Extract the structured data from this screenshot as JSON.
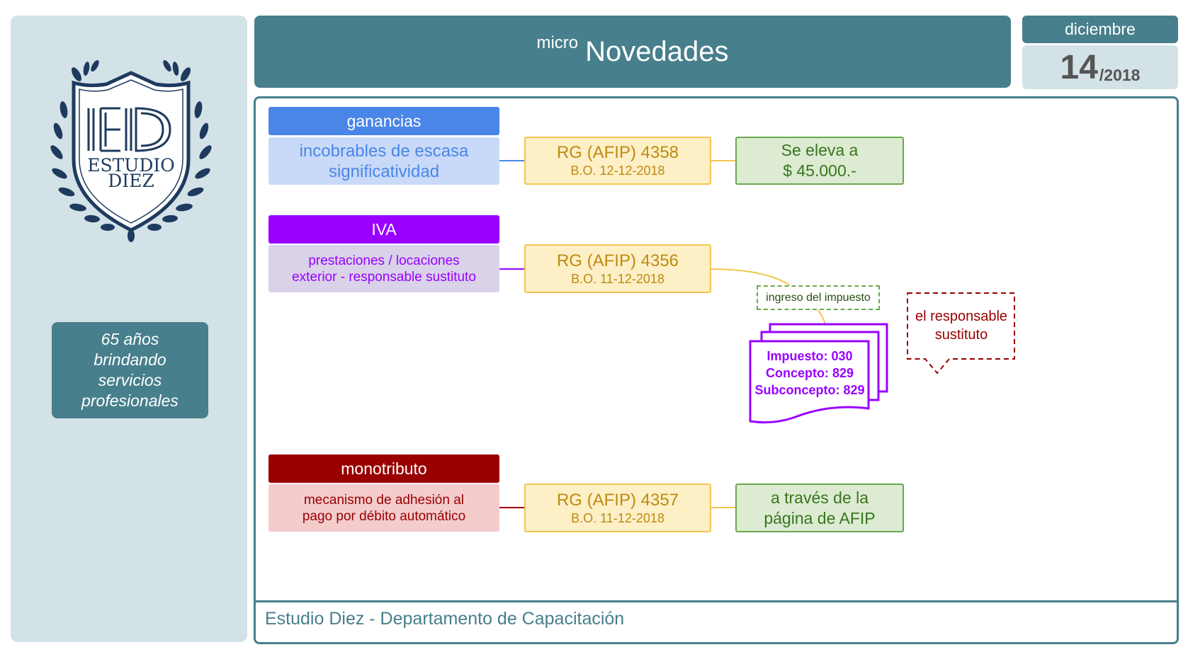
{
  "header": {
    "prefix": "micro",
    "title": "Novedades"
  },
  "date": {
    "month": "diciembre",
    "day": "14",
    "year": "/2018"
  },
  "logo": {
    "text_line1": "ESTUDIO",
    "text_line2": "DIEZ",
    "monogram": "IED"
  },
  "tagline": [
    "65 años",
    "brindando",
    "servicios",
    "profesionales"
  ],
  "footer": "Estudio Diez - Departamento de Capacitación",
  "sections": [
    {
      "category": "ganancias",
      "description": [
        "incobrables de escasa",
        "significatividad"
      ],
      "rg_title": "RG (AFIP) 4358",
      "rg_bo": "B.O. 12-12-2018",
      "result": [
        "Se eleva a",
        "$ 45.000.-"
      ],
      "colors": {
        "header": "#4a86e8",
        "desc_bg": "#c9daf8",
        "desc_text": "#4a86e8",
        "line": "#4a86e8"
      }
    },
    {
      "category": "IVA",
      "description": [
        "prestaciones / locaciones",
        "exterior - responsable sustituto"
      ],
      "rg_title": "RG (AFIP) 4356",
      "rg_bo": "B.O. 11-12-2018",
      "branch_label": "ingreso del impuesto",
      "doc_lines": [
        "Impuesto: 030",
        "Concepto: 829",
        "Subconcepto: 829"
      ],
      "callout": [
        "el responsable",
        "sustituto"
      ],
      "colors": {
        "header": "#9900ff",
        "desc_bg": "#d9d2e9",
        "desc_text": "#9900ff",
        "line": "#9900ff"
      }
    },
    {
      "category": "monotributo",
      "description": [
        "mecanismo de adhesión al",
        "pago por débito automático"
      ],
      "rg_title": "RG (AFIP) 4357",
      "rg_bo": "B.O. 11-12-2018",
      "result": [
        "a través de la",
        "página de AFIP"
      ],
      "colors": {
        "header": "#990000",
        "desc_bg": "#f4cccc",
        "desc_text": "#990000",
        "line": "#990000"
      }
    }
  ],
  "colors": {
    "brand": "#477f8c",
    "sidebar_bg": "#d3e2e7",
    "rg_border": "#f2c54e",
    "result_border": "#6aa84f"
  }
}
